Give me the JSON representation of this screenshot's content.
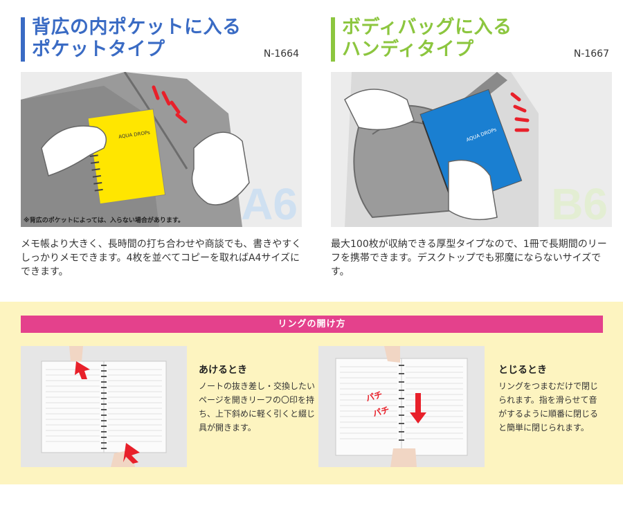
{
  "products": [
    {
      "title_line1": "背広の内ポケットに入る",
      "title_line2": "ポケットタイプ",
      "code": "N-1664",
      "size": "A6",
      "note": "※背広のポケットによっては、入らない場合があります。",
      "notebook_brand": "AQUA DROPs",
      "description": "メモ帳より大きく、長時間の打ち合わせや商談でも、書きやすくしっかりメモできます。4枚を並べてコピーを取ればA4サイズにできます。",
      "accent": "#3a6bc4",
      "size_color": "#cfe0f1"
    },
    {
      "title_line1": "ボディバッグに入る",
      "title_line2": "ハンディタイプ",
      "code": "N-1667",
      "size": "B6",
      "notebook_brand": "AQUA DROPs",
      "description": "最大100枚が収納できる厚型タイプなので、1冊で長期間のリーフを携帯できます。デスクトップでも邪魔にならないサイズです。",
      "accent": "#8cc63f",
      "size_color": "#e3eed3"
    }
  ],
  "ring": {
    "section_title": "リングの開け方",
    "open": {
      "title": "あけるとき",
      "description": "ノートの抜き差し・交換したいページを開きリーフの〇印を持ち、上下斜めに軽く引くと綴じ具が開きます。"
    },
    "close": {
      "title": "とじるとき",
      "description": "リングをつまむだけで閉じられます。指を滑らせて音がするように順番に閉じると簡単に閉じられます。",
      "sound_text": "パチ"
    }
  },
  "colors": {
    "band_bg": "#fdf4c0",
    "band_title_bg": "#e4418c",
    "arrow_red": "#e8202a",
    "yellow_notebook": "#ffe600",
    "blue_notebook": "#1a7fd1"
  }
}
